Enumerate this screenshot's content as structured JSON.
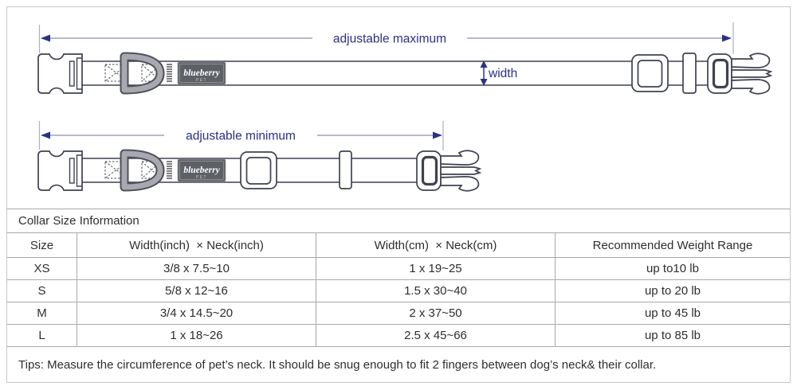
{
  "diagram": {
    "max_label": "adjustable maximum",
    "min_label": "adjustable minimum",
    "width_label": "width",
    "brand": {
      "name": "blueberry",
      "sub": "PET"
    },
    "colors": {
      "annotation_navy": "#2b3087",
      "dimension_line_gray": "#8a90a8",
      "collar_outline": "#3f4250",
      "brand_label_bg": "#5d6064",
      "table_border": "#a8a8a8"
    }
  },
  "table": {
    "title": "Collar Size Information",
    "columns": [
      "Size",
      "Width(inch)  × Neck(inch)",
      "Width(cm)  × Neck(cm)",
      "Recommended Weight Range"
    ],
    "rows": [
      {
        "size": "XS",
        "inch": "3/8 x 7.5~10",
        "cm": "1 x 19~25",
        "weight": "up to10 lb"
      },
      {
        "size": "S",
        "inch": "5/8 x 12~16",
        "cm": "1.5 x 30~40",
        "weight": "up to 20 lb"
      },
      {
        "size": "M",
        "inch": "3/4 x 14.5~20",
        "cm": "2 x 37~50",
        "weight": "up to 45 lb"
      },
      {
        "size": "L",
        "inch": "1 x 18~26",
        "cm": "2.5 x 45~66",
        "weight": "up to 85 lb"
      }
    ],
    "tips": "Tips: Measure the circumference of pet’s neck. It should be snug enough to fit 2 fingers between dog’s neck& their collar."
  }
}
